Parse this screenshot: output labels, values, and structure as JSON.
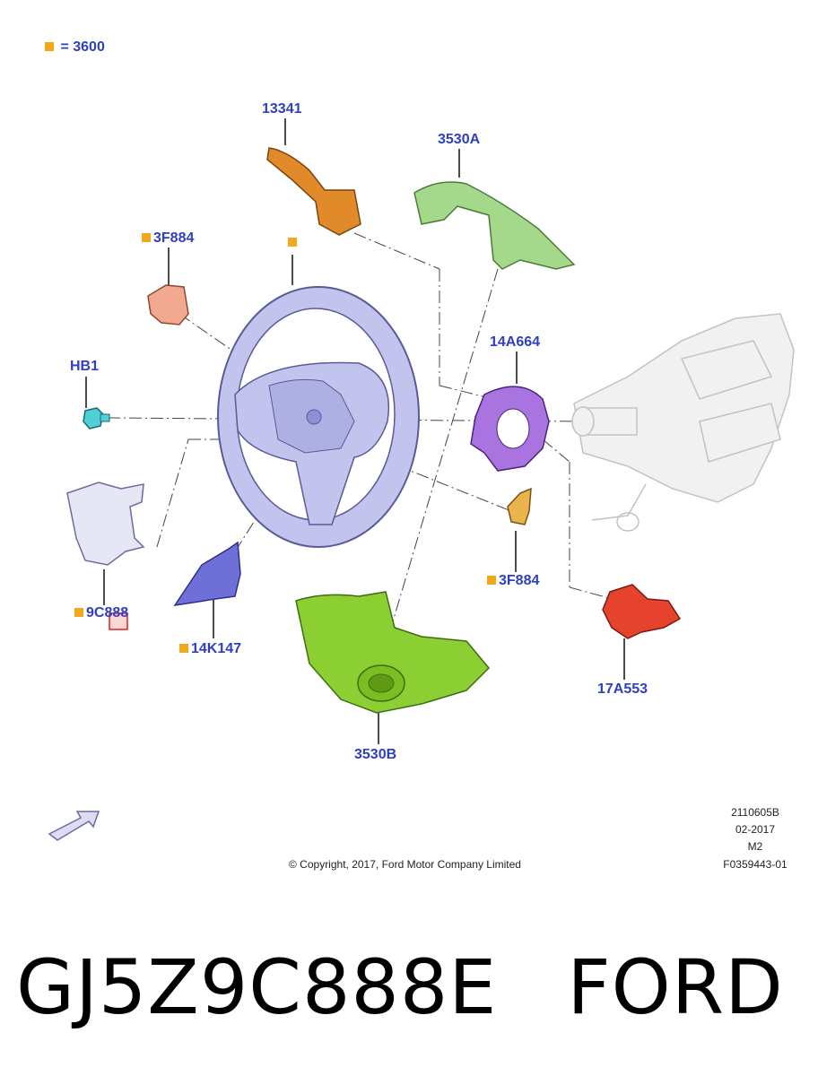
{
  "legend": {
    "marker_color": "#f2a81a",
    "equals": "=",
    "value": "3600"
  },
  "callouts": {
    "stalk_top": "13341",
    "upper_shroud": "3530A",
    "clip_left": "3F884",
    "bolt": "HB1",
    "switch_left": "9C888",
    "switch_right_lower": "14K147",
    "clockspring": "14A664",
    "clip_right": "3F884",
    "stalk_right": "17A553",
    "lower_shroud": "3530B"
  },
  "meta": {
    "illustration_id": "2110605B",
    "date": "02-2017",
    "code": "M2",
    "figure_id": "F0359443-01"
  },
  "copyright": "© Copyright, 2017, Ford Motor Company Limited",
  "bottom_caption": {
    "part_number": "GJ5Z9C888E",
    "brand": "FORD"
  },
  "colors": {
    "label_blue": "#2f3fbf",
    "wheel": "#c3c4ee",
    "stalk_orange": "#e08a2a",
    "shroud_upper": "#a4d88a",
    "shroud_lower": "#8ccf33",
    "clip_salmon": "#f1a98f",
    "bolt_cyan": "#4fd0d6",
    "clockspring_purple": "#a973e0",
    "clip_yellow": "#e9b44c",
    "stalk_red": "#e5432e",
    "switch_blue": "#6f6fd8",
    "highlight_red": "#e02020"
  }
}
